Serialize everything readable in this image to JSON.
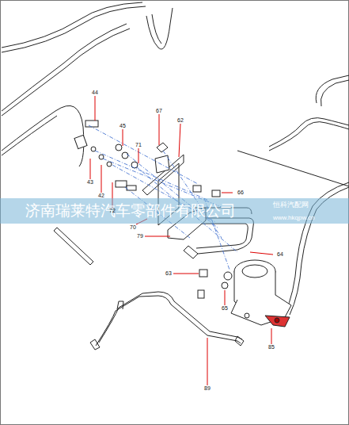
{
  "diagram": {
    "labels": [
      "44",
      "67",
      "62",
      "45",
      "71",
      "43",
      "42",
      "72",
      "66",
      "70",
      "79",
      "64",
      "63",
      "65",
      "85",
      "89",
      "济南瑞莱特汽车零部件有限公司",
      "恒科汽配网",
      "www.hkqpw.cn"
    ]
  }
}
